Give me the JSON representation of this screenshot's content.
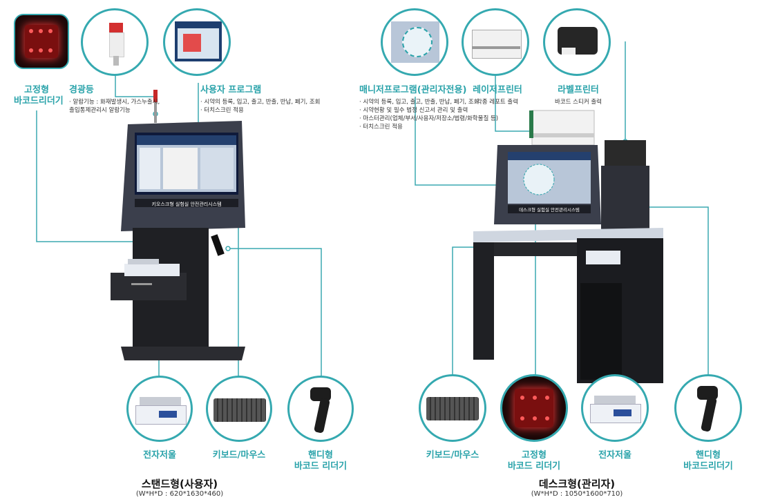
{
  "stand": {
    "title": "스탠드형(사용자)",
    "dims": "(W*H*D : 620*1630*460)",
    "screen_caption": "키오스크형 실험실 안전관리시스템",
    "callouts": {
      "fixed_reader": [
        "고정형",
        "바코드리더기"
      ],
      "warning_light": "경광등",
      "warning_desc": [
        "· 알람기능 : 화재발생시, 가스누출시,",
        "  출입통제관리시 알람기능"
      ],
      "user_program": "사용자 프로그램",
      "user_program_desc": [
        "· 시약의 등록, 입고, 출고, 반출, 반납, 폐기, 조회",
        "· 터치스크린 적용"
      ],
      "scale": "전자저울",
      "keyboard": "키보드/마우스",
      "handy_reader": [
        "핸디형",
        "바코드 리더기"
      ]
    }
  },
  "desk": {
    "title": "데스크형(관리자)",
    "dims": "(W*H*D : 1050*1600*710)",
    "screen_caption": "데스크형 실험실 안전관리시스템",
    "callouts": {
      "manager_program": "매니저프로그램(관리자전용)",
      "manager_desc": [
        "· 시약의 등록, 입고, 출고, 반출, 반납, 폐기, 조회",
        "· 시약현황 및 필수 법정 신고서 관리 및 출력",
        "· 마스터관리(업체/부서/사용자/저장소/법령/화학물질 등)",
        "· 터치스크린 적용"
      ],
      "laser_printer": "레이저프린터",
      "laser_desc": "각종 레포트 출력",
      "label_printer": "라벨프린터",
      "label_desc": "바코드 스티커 출력",
      "keyboard": "키보드/마우스",
      "fixed_reader": [
        "고정형",
        "바코드 리더기"
      ],
      "scale": "전자저울",
      "handy_reader": [
        "핸디형",
        "바코드리더기"
      ]
    }
  },
  "colors": {
    "accent": "#2aa3aa",
    "kiosk": "#3b3f4c",
    "cabinet": "#1e1f22"
  }
}
